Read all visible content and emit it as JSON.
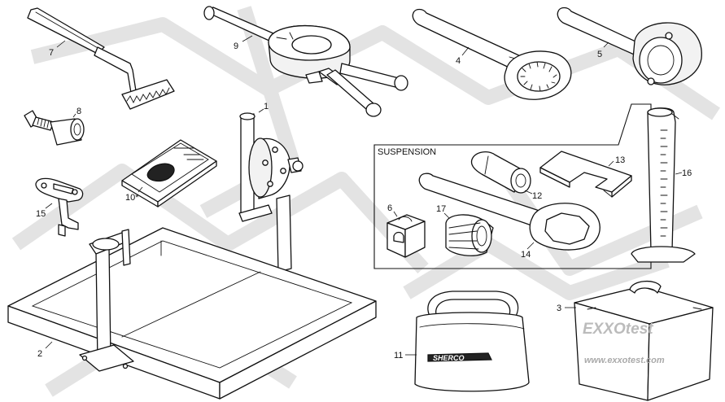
{
  "panel": {
    "title": "SUSPENSION"
  },
  "callouts": {
    "c1": "1",
    "c2": "2",
    "c3": "3",
    "c4": "4",
    "c5": "5",
    "c6": "6",
    "c7": "7",
    "c8": "8",
    "c9": "9",
    "c10": "10*",
    "c11": "11",
    "c12": "12",
    "c13": "13",
    "c14": "14",
    "c15": "15",
    "c16": "16",
    "c17": "17"
  },
  "labels": {
    "bag_brand": "SHERCO",
    "case_brand": "EXXOtest",
    "case_url": "www.exxotest.com"
  },
  "icons": {
    "tool_1": "engine-stand-icon",
    "tool_2": "work-stand-icon",
    "tool_3": "tool-case-icon",
    "tool_4": "spanner-wrench-icon",
    "tool_5": "flywheel-wrench-icon",
    "tool_6": "clamp-block-icon",
    "tool_7": "bent-file-tool-icon",
    "tool_8": "flywheel-puller-icon",
    "tool_9": "bearing-puller-icon",
    "tool_10": "manual-book-icon",
    "tool_11": "tool-bag-icon",
    "tool_12": "seal-driver-icon",
    "tool_13": "fork-spacer-plate-icon",
    "tool_14": "fork-cap-wrench-icon",
    "tool_15": "holder-plate-icon",
    "tool_16": "measuring-cylinder-icon",
    "tool_17": "seal-bushing-icon"
  }
}
